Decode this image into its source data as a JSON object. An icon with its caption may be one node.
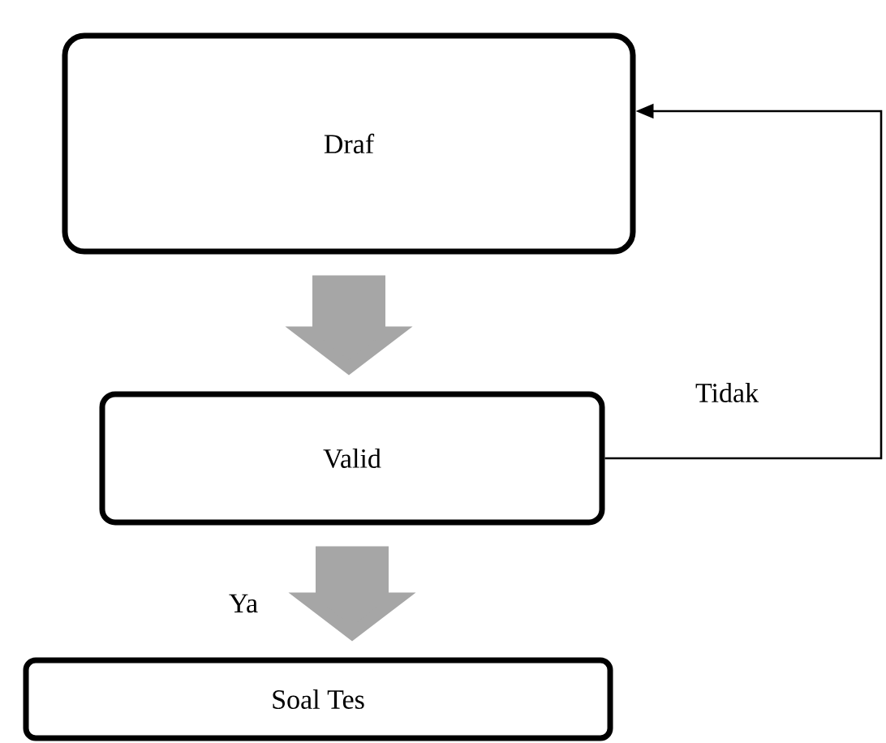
{
  "diagram": {
    "nodes": [
      {
        "text": [
          "Draf"
        ]
      },
      {
        "text": [
          "Valid"
        ]
      },
      {
        "text": [
          "Soal Tes"
        ]
      }
    ],
    "edges": [
      {
        "from": 0,
        "to": 1,
        "arrow": "to"
      },
      {
        "from": 1,
        "to": 2,
        "arrow": "to",
        "label": "Ya"
      },
      {
        "from": 1,
        "to": 0,
        "arrow": "to",
        "label": "Tidak",
        "color": "#000000"
      }
    ]
  }
}
